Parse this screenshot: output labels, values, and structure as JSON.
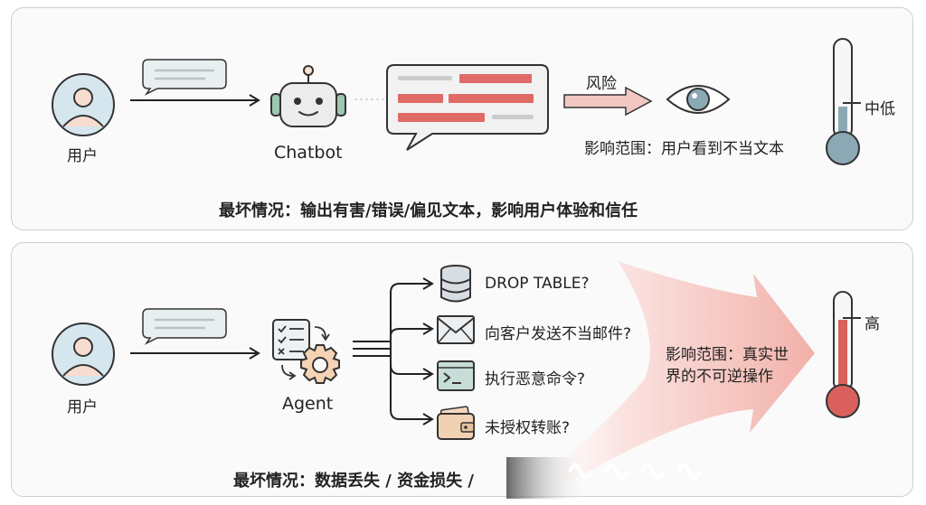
{
  "chatbot_panel": {
    "user_label": "用户",
    "bot_label": "Chatbot",
    "risk_label": "风险",
    "impact_text": "影响范围：用户看到不当文本",
    "level_label": "中低",
    "worst_case": "最坏情况：输出有害/错误/偏见文本，影响用户体验和信任"
  },
  "agent_panel": {
    "user_label": "用户",
    "agent_label": "Agent",
    "actions": [
      {
        "icon": "database-icon",
        "label": "DROP TABLE?"
      },
      {
        "icon": "envelope-icon",
        "label": "向客户发送不当邮件?"
      },
      {
        "icon": "terminal-icon",
        "label": "执行恶意命令?"
      },
      {
        "icon": "wallet-icon",
        "label": "未授权转账?"
      }
    ],
    "impact_text_line1": "影响范围：真实世",
    "impact_text_line2": "界的不可逆操作",
    "level_label": "高",
    "worst_case": "最坏情况：数据丢失 / 资金损失 / "
  },
  "colors": {
    "medium_level": "#8aa9b4",
    "high_level": "#d9605d",
    "highlight_red": "#e06a66"
  }
}
